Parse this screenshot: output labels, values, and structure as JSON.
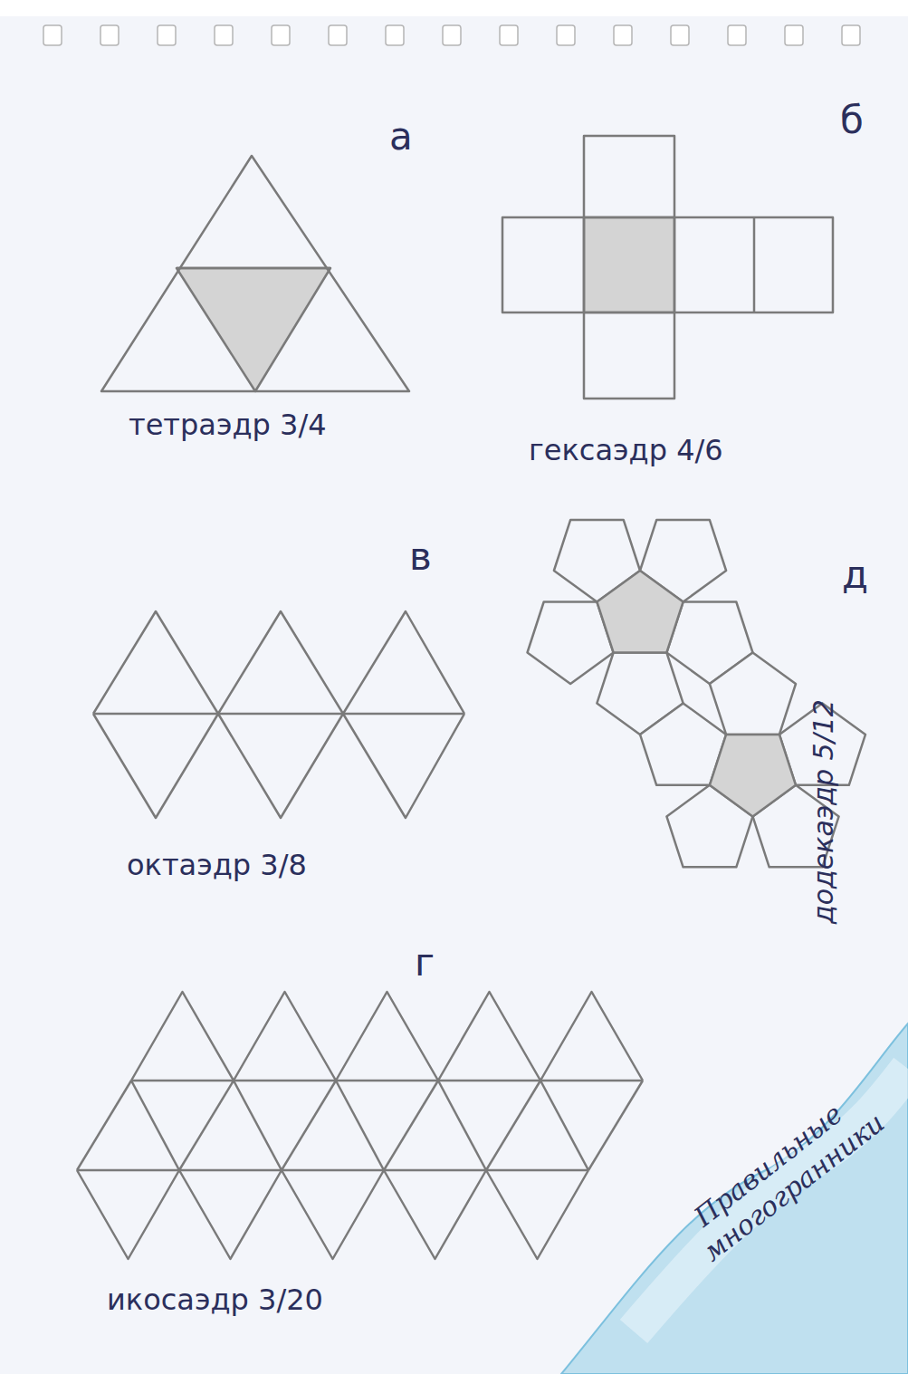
{
  "diagram": {
    "title": "Правильные многогранники",
    "labels": [
      "а",
      "тетраэдр 3/4",
      "б",
      "гексаэдр 4/6",
      "в",
      "октаэдр 3/8",
      "д",
      "додекаэдр 5/12",
      "г",
      "икосаэдр 3/20"
    ]
  }
}
